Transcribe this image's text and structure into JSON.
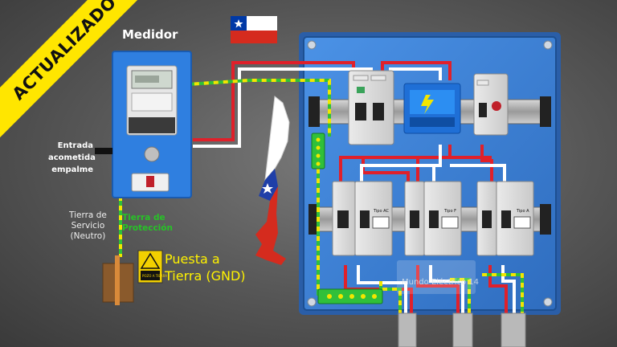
{
  "banner": {
    "text": "ACTUALIZADO"
  },
  "meter_title": "Medidor",
  "acometida": {
    "line1": "Entrada",
    "line2": "acometida",
    "line3": "empalme"
  },
  "service_ground": {
    "line1": "Tierra de",
    "line2": "Servicio",
    "line3": "(Neutro)"
  },
  "protection_ground": {
    "line1": "Tierra de",
    "line2": "Protección"
  },
  "gnd": {
    "line1": "Puesta a",
    "line2": "Tierra (GND)",
    "sign_text": "POZO A TIERRA"
  },
  "breaker_labels": {
    "a": "Tipo AC",
    "b": "Tipo F",
    "c": "Tipo A"
  },
  "watermark": "Mundo Eléctrico 14",
  "colors": {
    "panel_blue": "#3b7fd4",
    "meter_blue": "#2f7fe0",
    "phase_red": "#e0202a",
    "neutral_white": "#ffffff",
    "ground_green": "#2fbf3a",
    "ground_yellow": "#f2e600",
    "banner_yellow": "#ffe600",
    "gnd_label_yellow": "#fff200"
  }
}
